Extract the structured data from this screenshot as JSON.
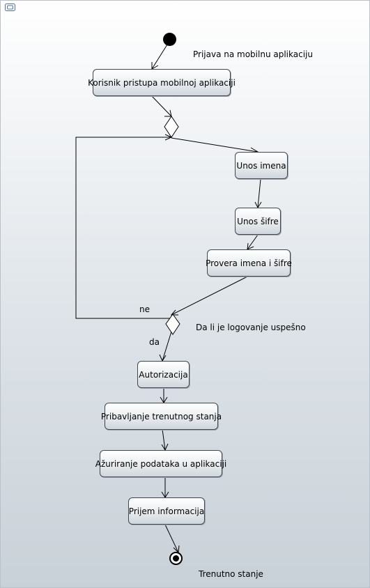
{
  "diagram": {
    "start_label": "Prijava na mobilnu aplikaciju",
    "end_label": "Trenutno stanje",
    "decision_label": "Da li je logovanje uspešno",
    "guard_no": "ne",
    "guard_yes": "da",
    "activities": {
      "access": "Korisnik pristupa mobilnoj aplikaciji",
      "username": "Unos imena",
      "password": "Unos šifre",
      "verify": "Provera imena i šifre",
      "auth": "Autorizacija",
      "fetch_state": "Pribavljanje trenutnog stanja",
      "update_data": "Ažuriranje podataka u aplikaciji",
      "receive_info": "Prijem informacija"
    }
  }
}
